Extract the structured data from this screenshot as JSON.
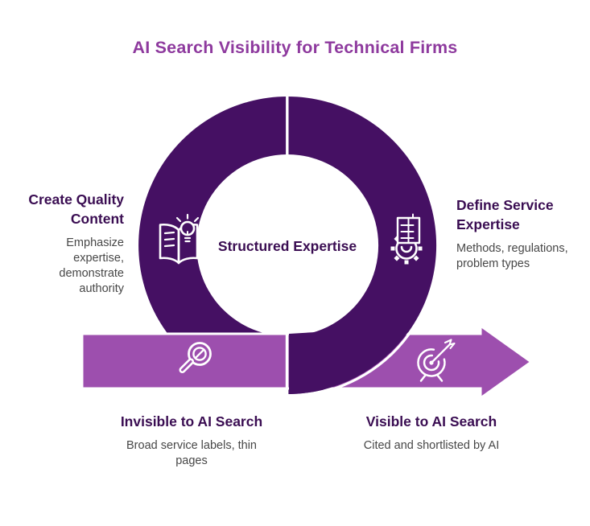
{
  "title": "AI Search Visibility for Technical Firms",
  "diagram": {
    "center_label": "Structured Expertise",
    "nodes": {
      "left": {
        "heading": "Create Quality Content",
        "description": "Emphasize expertise, demonstrate authority",
        "icon": "open-book-lightbulb-icon"
      },
      "right": {
        "heading": "Define Service Expertise",
        "description": "Methods, regulations, problem types",
        "icon": "gear-document-icon"
      },
      "bottom_left": {
        "heading": "Invisible to AI Search",
        "description": "Broad service labels, thin pages",
        "icon": "magnifier-slash-icon"
      },
      "bottom_right": {
        "heading": "Visible to AI Search",
        "description": "Cited and shortlisted by AI",
        "icon": "target-dart-icon"
      }
    }
  },
  "colors": {
    "title": "#8e3a9e",
    "ring": "#451063",
    "arrow": "#9d4fae",
    "heading_text": "#3a0d52",
    "body_text": "#474747",
    "background": "#ffffff",
    "icon_stroke": "#ffffff"
  }
}
